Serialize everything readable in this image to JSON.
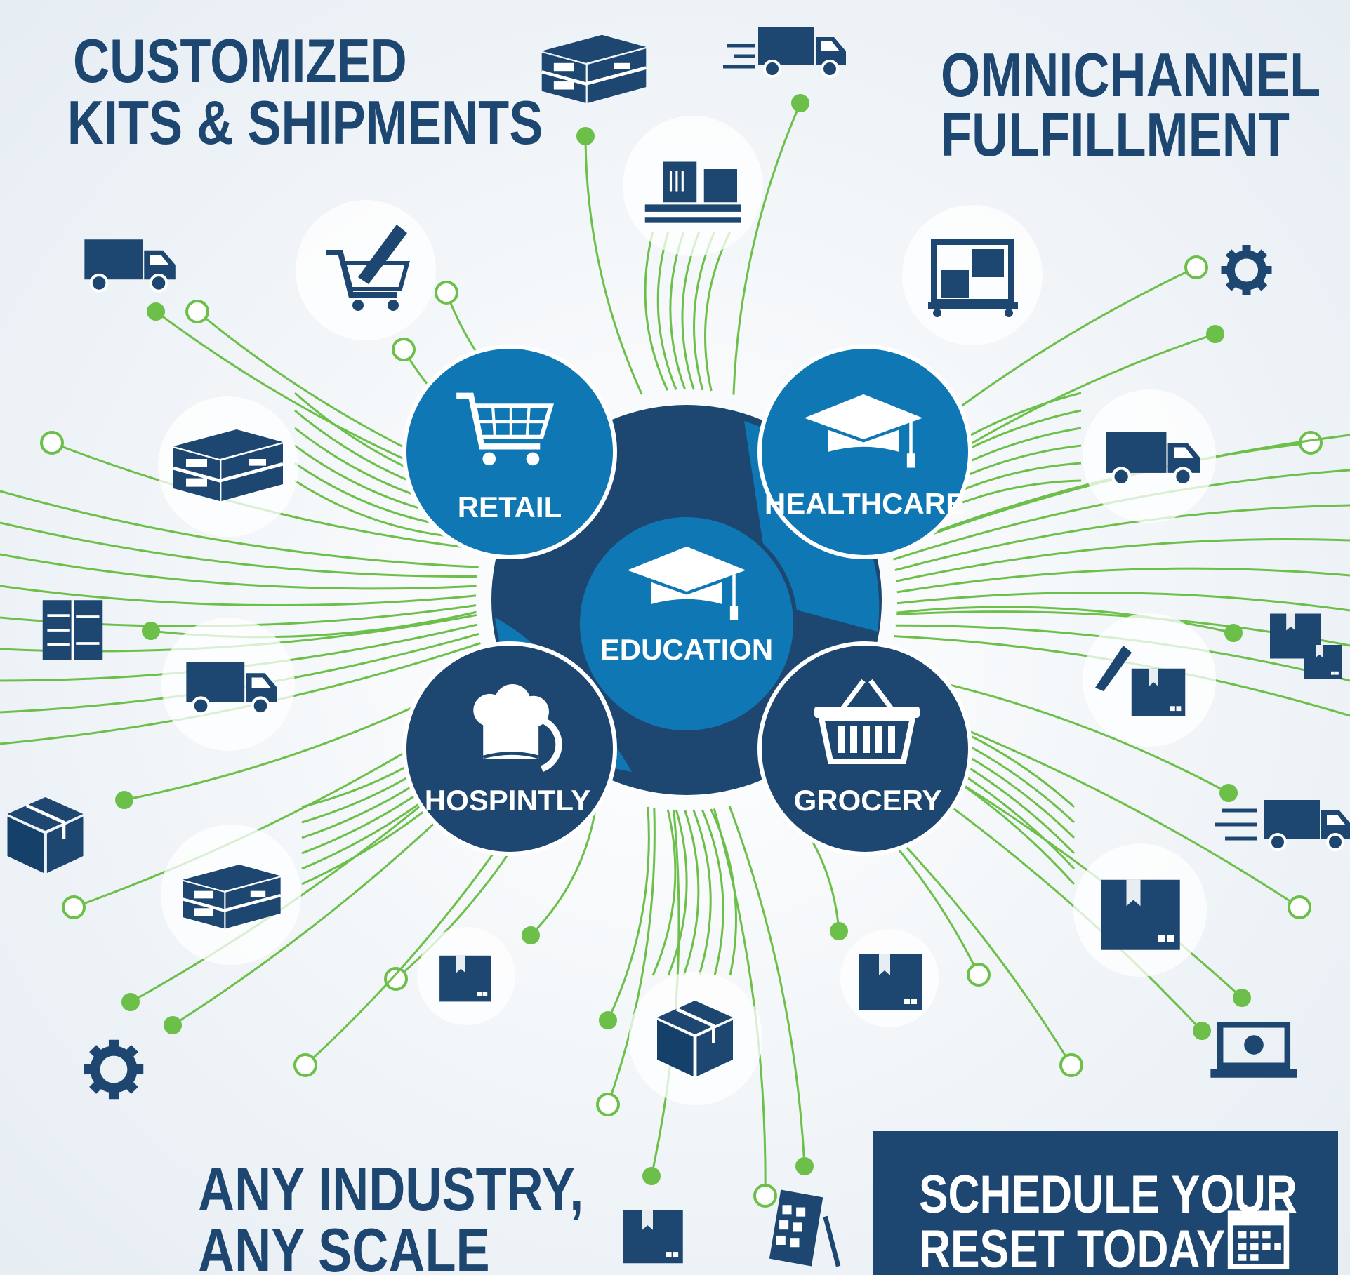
{
  "headings": {
    "top_left_line1": "CUSTOMIZED",
    "top_left_line2": "KITS & SHIPMENTS",
    "top_right_line1": "OMNICHANNEL",
    "top_right_line2": "FULFILLMENT",
    "bottom_left_line1": "ANY INDUSTRY,",
    "bottom_left_line2": "ANY SCALE"
  },
  "hub": {
    "center": {
      "label": "EDUCATION",
      "icon": "graduation-cap-icon"
    },
    "segments": [
      {
        "label": "RETAIL",
        "icon": "shopping-cart-icon"
      },
      {
        "label": "HEALTHCARE",
        "icon": "graduation-cap-icon"
      },
      {
        "label": "HOSPINTLY",
        "icon": "chef-hat-icon"
      },
      {
        "label": "GROCERY",
        "icon": "basket-icon"
      }
    ]
  },
  "cta": {
    "line1": "SCHEDULE YOUR",
    "line2": "RESET TODAY",
    "icon": "calendar-icon"
  },
  "colors": {
    "navy": "#1d4670",
    "blue": "#0f78b4",
    "green": "#6cc04a",
    "background": "#f1f5f8"
  }
}
